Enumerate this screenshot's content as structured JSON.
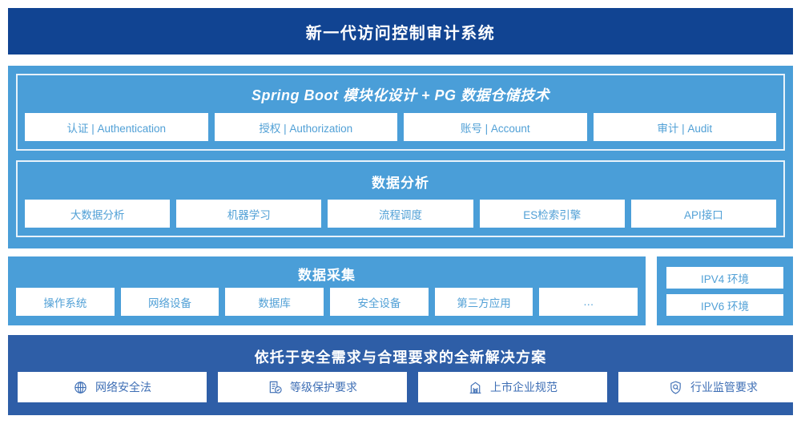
{
  "header": {
    "title": "新一代访问控制审计系统"
  },
  "colors": {
    "header_bg": "#114492",
    "panel_light": "#4a9ed8",
    "panel_dark": "#2e5ea7",
    "card_bg": "#ffffff",
    "card_text_light": "#51a0d6",
    "card_text_dark": "#3f6fb5",
    "group_border": "#e8f2fa"
  },
  "platform": {
    "groups": [
      {
        "title": "Spring Boot 模块化设计 + PG 数据仓储技术",
        "items": [
          {
            "label": "认证 | Authentication"
          },
          {
            "label": "授权 | Authorization"
          },
          {
            "label": "账号 | Account"
          },
          {
            "label": "审计 | Audit"
          }
        ]
      },
      {
        "title": "数据分析",
        "items": [
          {
            "label": "大数据分析"
          },
          {
            "label": "机器学习"
          },
          {
            "label": "流程调度"
          },
          {
            "label": "ES检索引擎"
          },
          {
            "label": "API接口"
          }
        ]
      }
    ]
  },
  "collection": {
    "title": "数据采集",
    "items": [
      {
        "label": "操作系统"
      },
      {
        "label": "网络设备"
      },
      {
        "label": "数据库"
      },
      {
        "label": "安全设备"
      },
      {
        "label": "第三方应用"
      },
      {
        "label": "…"
      }
    ]
  },
  "environment": {
    "items": [
      {
        "label": "IPV4 环境"
      },
      {
        "label": "IPV6 环境"
      }
    ]
  },
  "solution": {
    "title": "依托于安全需求与合理要求的全新解决方案",
    "items": [
      {
        "label": "网络安全法",
        "icon": "globe-icon"
      },
      {
        "label": "等级保护要求",
        "icon": "document-check-icon"
      },
      {
        "label": "上市企业规范",
        "icon": "bank-building-icon"
      },
      {
        "label": "行业监管要求",
        "icon": "shield-search-icon"
      }
    ]
  }
}
